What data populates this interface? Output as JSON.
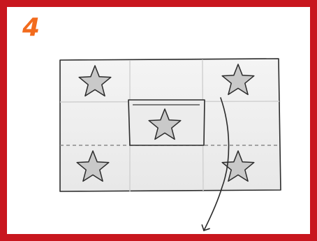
{
  "step": {
    "number": "4"
  },
  "colors": {
    "frame_border": "#c8161e",
    "step_number": "#f26b1d",
    "paper": "#efefef",
    "star_fill": "#c9c9c9",
    "ink": "#2b2b2b"
  },
  "illustration": {
    "description_icons": [
      "star-icon",
      "fold-arrow-icon"
    ],
    "grid": {
      "columns": 3,
      "rows": 3
    },
    "stars": [
      "top-left",
      "top-right",
      "center",
      "bottom-left",
      "bottom-right"
    ],
    "dashed_fold_line": "horizontal"
  }
}
